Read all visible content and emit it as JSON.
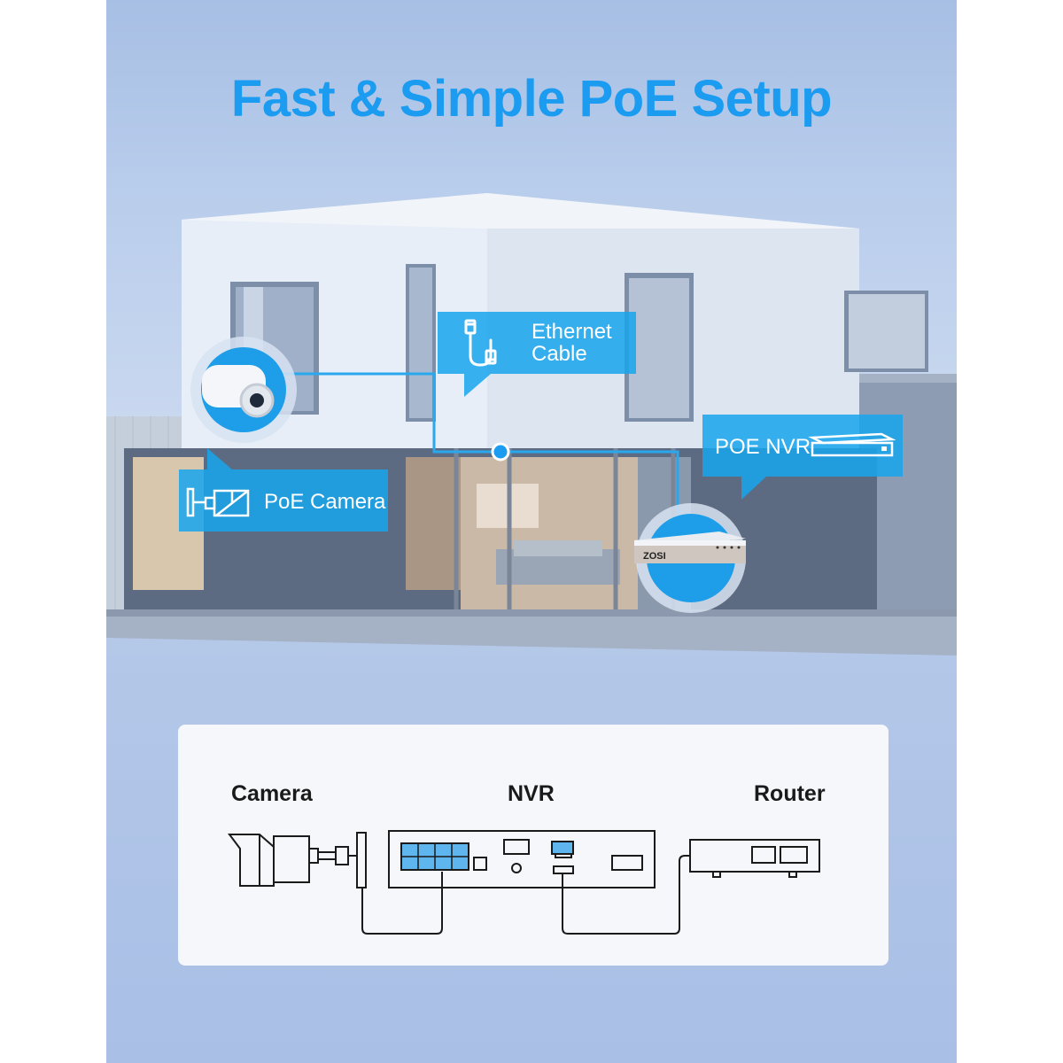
{
  "headline": "Fast & Simple PoE Setup",
  "callouts": {
    "ethernet": {
      "line1": "Ethernet",
      "line2": "Cable",
      "icon": "ethernet-cable-icon"
    },
    "nvr": {
      "label": "POE NVR",
      "icon": "nvr-box-icon"
    },
    "camera": {
      "label": "PoE Camera",
      "icon": "bullet-camera-icon"
    }
  },
  "device_brand": "ZOSI",
  "diagram": {
    "camera_label": "Camera",
    "nvr_label": "NVR",
    "router_label": "Router"
  },
  "colors": {
    "accent": "#1b9cf0",
    "callout": "#16a5ec",
    "background": "#b9cdec"
  }
}
